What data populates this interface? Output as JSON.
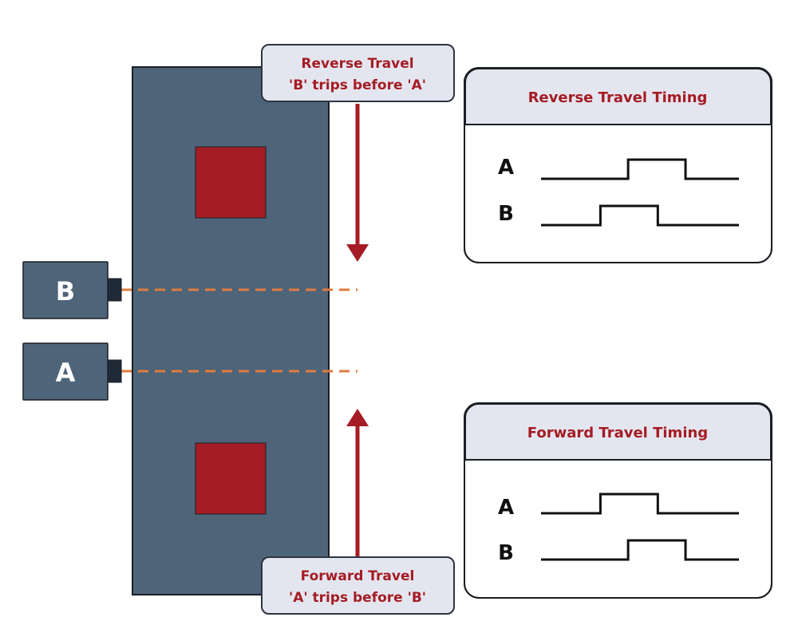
{
  "colors": {
    "panel": "#4e6479",
    "panel_border": "#1b1f24",
    "target": "#a51c24",
    "beam": "#e07b3f",
    "arrow": "#a51c24",
    "label_fill": "#e4e6ef",
    "label_text": "#a51c24",
    "signal": "#111111"
  },
  "sensors": [
    {
      "id": "B",
      "label": "B"
    },
    {
      "id": "A",
      "label": "A"
    }
  ],
  "reverse_label": {
    "line1": "Reverse Travel",
    "line2": "'B' trips before 'A'"
  },
  "forward_label": {
    "line1": "Forward Travel",
    "line2": "'A' trips before 'B'"
  },
  "reverse_timing": {
    "title": "Reverse Travel Timing",
    "signals": [
      {
        "name": "A",
        "high_start": 0.44,
        "high_end": 0.73
      },
      {
        "name": "B",
        "high_start": 0.3,
        "high_end": 0.59
      }
    ]
  },
  "forward_timing": {
    "title": "Forward Travel Timing",
    "signals": [
      {
        "name": "A",
        "high_start": 0.3,
        "high_end": 0.59
      },
      {
        "name": "B",
        "high_start": 0.44,
        "high_end": 0.73
      }
    ]
  }
}
